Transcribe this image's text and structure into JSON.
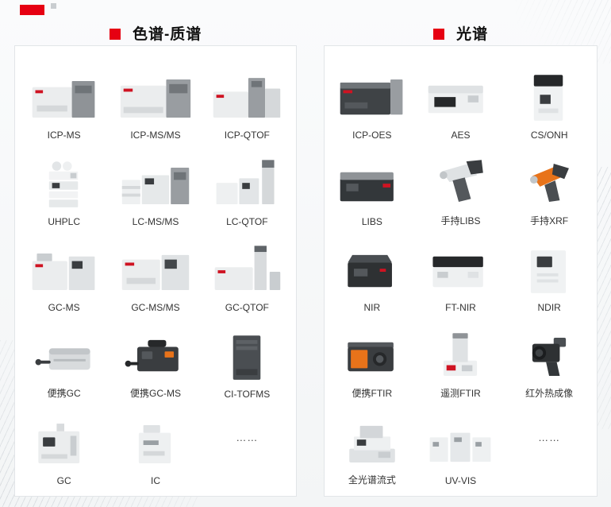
{
  "brand": {
    "logo_color": "#e60012"
  },
  "colors": {
    "accent": "#e60012",
    "panel_border": "#e2e5e8"
  },
  "panels": [
    {
      "id": "chromatography-ms",
      "title": "色谱-质谱",
      "items": [
        {
          "id": "icp-ms",
          "label": "ICP-MS",
          "icon": "icp-ms-image",
          "shape": "ms"
        },
        {
          "id": "icp-ms-ms",
          "label": "ICP-MS/MS",
          "icon": "icp-ms-ms-image",
          "shape": "msms"
        },
        {
          "id": "icp-qtof",
          "label": "ICP-QTOF",
          "icon": "icp-qtof-image",
          "shape": "qtof"
        },
        {
          "id": "uhplc",
          "label": "UHPLC",
          "icon": "uhplc-image",
          "shape": "hplc"
        },
        {
          "id": "lc-ms-ms",
          "label": "LC-MS/MS",
          "icon": "lc-ms-ms-image",
          "shape": "lcms"
        },
        {
          "id": "lc-qtof",
          "label": "LC-QTOF",
          "icon": "lc-qtof-image",
          "shape": "lcqtof"
        },
        {
          "id": "gc-ms",
          "label": "GC-MS",
          "icon": "gc-ms-image",
          "shape": "gcms"
        },
        {
          "id": "gc-ms-ms",
          "label": "GC-MS/MS",
          "icon": "gc-ms-ms-image",
          "shape": "gcmsms"
        },
        {
          "id": "gc-qtof",
          "label": "GC-QTOF",
          "icon": "gc-qtof-image",
          "shape": "gcqtof"
        },
        {
          "id": "portable-gc",
          "label": "便携GC",
          "icon": "portable-gc-image",
          "shape": "portable"
        },
        {
          "id": "portable-gc-ms",
          "label": "便携GC-MS",
          "icon": "portable-gc-ms-image",
          "shape": "case"
        },
        {
          "id": "ci-tofms",
          "label": "CI-TOFMS",
          "icon": "ci-tofms-image",
          "shape": "cabinet"
        },
        {
          "id": "gc",
          "label": "GC",
          "icon": "gc-image",
          "shape": "gc"
        },
        {
          "id": "ic",
          "label": "IC",
          "icon": "ic-image",
          "shape": "ic"
        },
        {
          "id": "more-chromatography",
          "label": "……",
          "icon": "more-dots",
          "shape": "dots"
        }
      ]
    },
    {
      "id": "spectroscopy",
      "title": "光谱",
      "items": [
        {
          "id": "icp-oes",
          "label": "ICP-OES",
          "icon": "icp-oes-image",
          "shape": "oes"
        },
        {
          "id": "aes",
          "label": "AES",
          "icon": "aes-image",
          "shape": "aes"
        },
        {
          "id": "cs-onh",
          "label": "CS/ONH",
          "icon": "cs-onh-image",
          "shape": "csonh"
        },
        {
          "id": "libs",
          "label": "LIBS",
          "icon": "libs-image",
          "shape": "libs"
        },
        {
          "id": "handheld-libs",
          "label": "手持LIBS",
          "icon": "handheld-libs-image",
          "shape": "handheld"
        },
        {
          "id": "handheld-xrf",
          "label": "手持XRF",
          "icon": "handheld-xrf-image",
          "shape": "xrf"
        },
        {
          "id": "nir",
          "label": "NIR",
          "icon": "nir-image",
          "shape": "nir"
        },
        {
          "id": "ft-nir",
          "label": "FT-NIR",
          "icon": "ft-nir-image",
          "shape": "ftnir"
        },
        {
          "id": "ndir",
          "label": "NDIR",
          "icon": "ndir-image",
          "shape": "ndir"
        },
        {
          "id": "portable-ftir",
          "label": "便携FTIR",
          "icon": "portable-ftir-image",
          "shape": "ftir"
        },
        {
          "id": "telemetry-ftir",
          "label": "遥测FTIR",
          "icon": "telemetry-ftir-image",
          "shape": "telemetry"
        },
        {
          "id": "ir-thermal-imaging",
          "label": "红外热成像",
          "icon": "ir-thermal-imaging-image",
          "shape": "thermal"
        },
        {
          "id": "full-spectrum-flow",
          "label": "全光谱流式",
          "icon": "full-spectrum-flow-image",
          "shape": "flow"
        },
        {
          "id": "uv-vis",
          "label": "UV-VIS",
          "icon": "uv-vis-image",
          "shape": "uvvis"
        },
        {
          "id": "more-spectroscopy",
          "label": "……",
          "icon": "more-dots",
          "shape": "dots"
        }
      ]
    }
  ]
}
